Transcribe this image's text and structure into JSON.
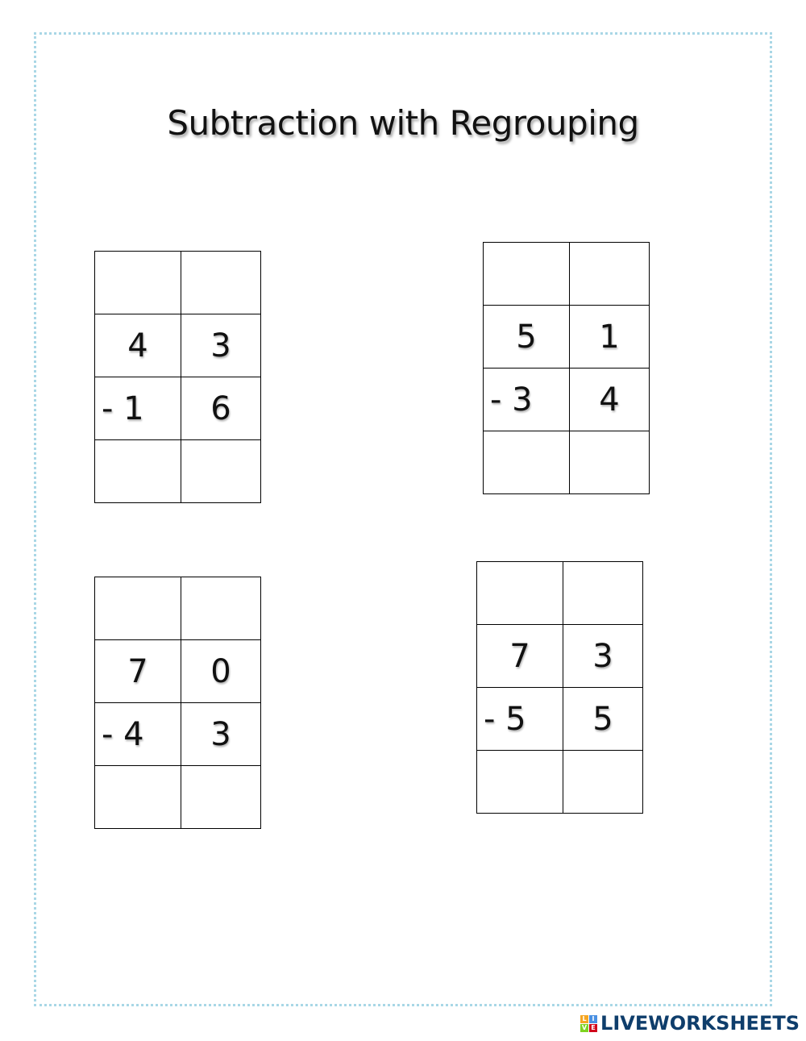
{
  "title": "Subtraction with Regrouping",
  "problems": [
    {
      "top_tens": "4",
      "top_ones": "3",
      "sub_tens": "- 1",
      "sub_ones": "6"
    },
    {
      "top_tens": "5",
      "top_ones": "1",
      "sub_tens": "- 3",
      "sub_ones": "4"
    },
    {
      "top_tens": "7",
      "top_ones": "0",
      "sub_tens": "- 4",
      "sub_ones": "3"
    },
    {
      "top_tens": "7",
      "top_ones": "3",
      "sub_tens": "- 5",
      "sub_ones": "5"
    }
  ],
  "brand": {
    "text": "LIVEWORKSHEETS",
    "logo_letters": [
      "L",
      "I",
      "V",
      "E"
    ],
    "logo_colors": [
      "#f5a623",
      "#4a90e2",
      "#7ed321",
      "#d0021b"
    ]
  },
  "colors": {
    "border_dots": "#a9d7e6",
    "brand_text": "#0e3d6b"
  }
}
